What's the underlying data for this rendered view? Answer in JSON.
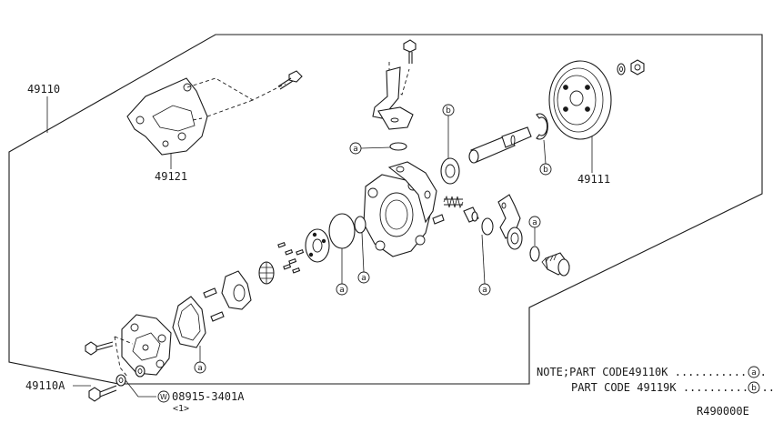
{
  "part_labels": {
    "assembly": "49110",
    "bracket": "49121",
    "pulley": "49111",
    "bolt": "49110A",
    "washer_code": "08915-3401A",
    "washer_qty": "<1>",
    "washer_symbol": "W"
  },
  "callouts": {
    "a": "a",
    "b": "b"
  },
  "note": {
    "line1": "NOTE;PART CODE49110K ..............",
    "line2": "PART CODE 49119K ..............",
    "symbol1": "a",
    "symbol2": "b"
  },
  "figure_id": "R490000E"
}
